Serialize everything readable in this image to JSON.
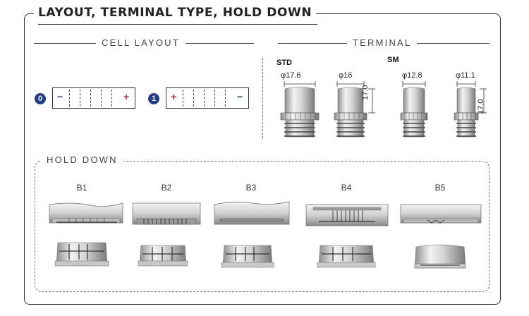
{
  "title": "LAYOUT, TERMINAL TYPE, HOLD  DOWN",
  "sections": {
    "cell_layout": "CELL LAYOUT",
    "terminal": "TERMINAL",
    "hold_down": "HOLD DOWN"
  },
  "layouts": [
    {
      "badge": "0",
      "left_sign": "−",
      "right_sign": "+"
    },
    {
      "badge": "1",
      "left_sign": "+",
      "right_sign": "−"
    }
  ],
  "terminal_groups": {
    "std": "STD",
    "sm": "SM"
  },
  "terminals": [
    {
      "diameter": "φ17.6",
      "height": ""
    },
    {
      "diameter": "φ16",
      "height": "17.0"
    },
    {
      "diameter": "φ12.8",
      "height": ""
    },
    {
      "diameter": "φ11.1",
      "height": "17.0"
    }
  ],
  "hold_downs": [
    {
      "label": "B1"
    },
    {
      "label": "B2"
    },
    {
      "label": "B3"
    },
    {
      "label": "B4"
    },
    {
      "label": "B5"
    }
  ],
  "colors": {
    "badge": "#1f3f8a",
    "minus": "#1f3f8a",
    "plus": "#c0282c",
    "frame": "#333333"
  }
}
